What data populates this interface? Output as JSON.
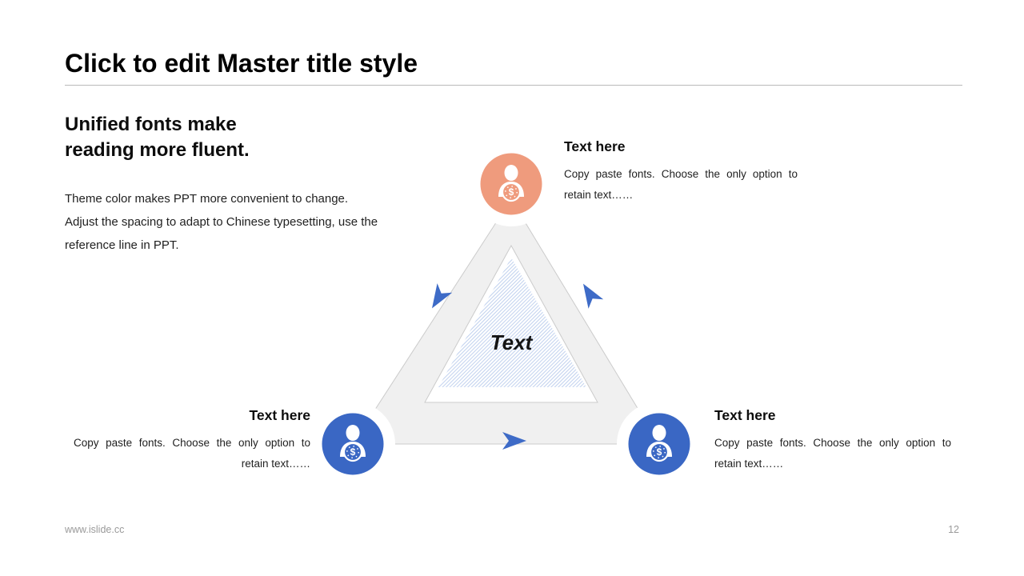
{
  "page": {
    "title": "Click to edit Master title style",
    "footer_url": "www.islide.cc",
    "page_number": "12"
  },
  "intro": {
    "heading": "Unified fonts make reading more fluent.",
    "paragraphs": [
      "Theme color makes PPT more convenient to change.",
      "Adjust the spacing to adapt to Chinese typesetting, use the reference line in PPT."
    ]
  },
  "diagram": {
    "center_label": "Text",
    "currency_glyph": "$",
    "nodes": [
      {
        "position": "top",
        "label": "Text here",
        "body": "Copy paste fonts. Choose the only option to retain text……",
        "color": "#EF9B7D",
        "icon": "person-dollar-icon"
      },
      {
        "position": "bottom-left",
        "label": "Text here",
        "body": "Copy paste fonts. Choose the only option to retain text……",
        "color": "#3A67C4",
        "icon": "person-dollar-icon"
      },
      {
        "position": "bottom-right",
        "label": "Text here",
        "body": "Copy paste fonts. Choose the only option to retain text……",
        "color": "#3A67C4",
        "icon": "person-dollar-icon"
      }
    ],
    "colors": {
      "band_fill": "#F0F0F0",
      "band_stroke": "#CBCBCB",
      "hatch_line": "#BFD0EE",
      "arrow": "#3E6BC7"
    }
  }
}
